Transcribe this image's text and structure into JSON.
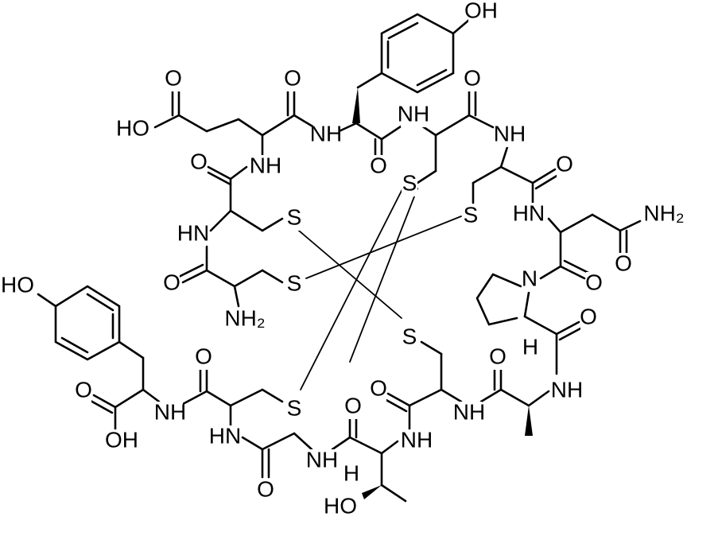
{
  "labels": {
    "oh_top": "OH",
    "o_glu_acid": "O",
    "ho_glu": "HO",
    "o_glu_co": "O",
    "nh_glu": "NH",
    "o_cys1": "O",
    "hn_cys1": "HN",
    "o_cys2": "O",
    "nh2_cys2": "NH₂",
    "s1": "S",
    "s2": "S",
    "s3": "S",
    "s4": "S",
    "s5": "S",
    "s6": "S",
    "nh_tyr": "NH",
    "o_tyr": "O",
    "nh_cys3": "NH",
    "o_cys3": "O",
    "nh_cys4": "NH",
    "o_cys4": "O",
    "hn_asn": "HN",
    "nh2_asn": "NH₂",
    "o_asn": "O",
    "n_pro": "N",
    "o_pro": "O",
    "h_pro": "H",
    "o_pro2": "O",
    "nh_ala": "NH",
    "o_ala": "O",
    "nh_cys5": "NH",
    "o_cys5": "O",
    "nh_thr": "NH",
    "o_thr": "O",
    "h_thr": "H",
    "ho_thr": "HO",
    "nh_gly": "NH",
    "o_gly": "O",
    "hn_cys6": "HN",
    "o_cys6": "O",
    "nh_tyr2": "NH",
    "o_tyr2_acid": "O",
    "oh_tyr2": "OH",
    "ho_tyr2": "HO"
  }
}
